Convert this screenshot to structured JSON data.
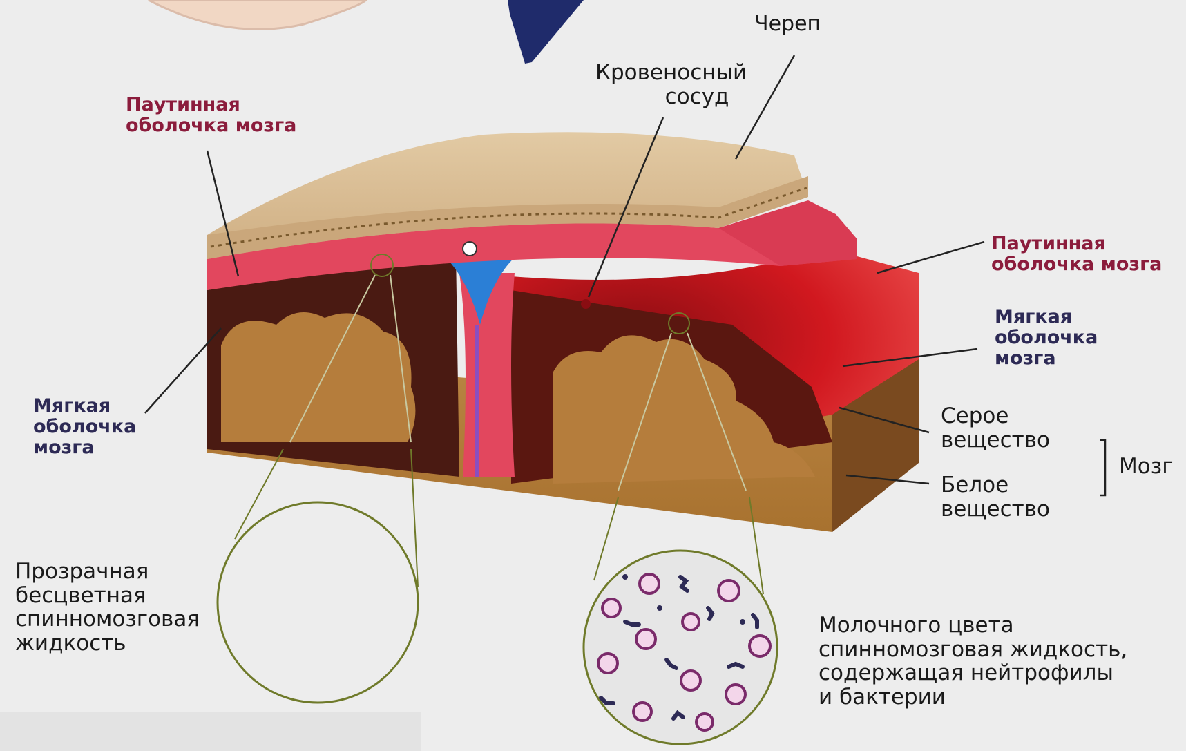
{
  "labels": {
    "skull": "Череп",
    "blood_vessel": [
      "Кровеносный",
      "сосуд"
    ],
    "arachnoid_left": [
      "Паутинная",
      "оболочка мозга"
    ],
    "arachnoid_right": [
      "Паутинная",
      "оболочка мозга"
    ],
    "pia_left": [
      "Мягкая",
      "оболочка",
      "мозга"
    ],
    "pia_right": [
      "Мягкая",
      "оболочка",
      "мозга"
    ],
    "gray_matter": [
      "Серое",
      "вещество"
    ],
    "white_matter": [
      "Белое",
      "вещество"
    ],
    "brain": "Мозг",
    "clear_csf": [
      "Прозрачная",
      "бесцветная",
      "спинномозговая",
      "жидкость"
    ],
    "milky_csf": [
      "Молочного цвета",
      "спинномозговая жидкость,",
      "содержащая нейтрофилы",
      "и бактерии"
    ]
  },
  "colors": {
    "background": "#ededed",
    "skull": "#dcc29c",
    "dura": "#e2475e",
    "arachnoid_label": "#8b1c3c",
    "pia_label": "#2d2a55",
    "gray_matter": "#4a1a12",
    "white_matter": "#b8813f",
    "inflamed_meninges": "#c8141c",
    "csf_space": "#2b7fd6",
    "pointer_arrow": "#1a2a6e",
    "lens_outline": "#6f7a2a"
  }
}
